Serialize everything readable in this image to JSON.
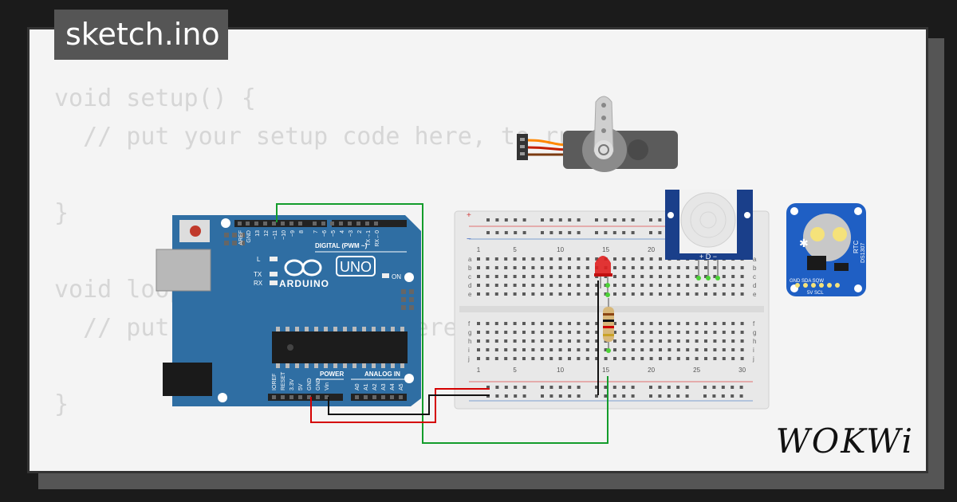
{
  "tab": {
    "filename": "sketch.ino"
  },
  "code": {
    "lines": [
      "void setup() {",
      "  // put your setup code here, to run once:",
      "",
      "}",
      "",
      "void loop() {",
      "  // put your main code here, to run repeatedly:",
      "",
      "}"
    ]
  },
  "arduino": {
    "digital_label": "DIGITAL (PWM ~)",
    "model": "UNO",
    "brand": "ARDUINO",
    "on_label": "ON",
    "power_label": "POWER",
    "analog_label": "ANALOG IN",
    "led_labels": [
      "L",
      "TX",
      "RX"
    ],
    "top_pins": [
      "AREF",
      "GND",
      "13",
      "12",
      "~11",
      "~10",
      "~9",
      "8",
      "7",
      "~6",
      "~5",
      "4",
      "~3",
      "2",
      "TX→1",
      "RX←0"
    ],
    "power_pins": [
      "IOREF",
      "RESET",
      "3.3V",
      "5V",
      "GND",
      "GND",
      "Vin"
    ],
    "analog_pins": [
      "A0",
      "A1",
      "A2",
      "A3",
      "A4",
      "A5"
    ]
  },
  "breadboard": {
    "column_numbers": [
      "1",
      "5",
      "10",
      "15",
      "20",
      "25",
      "30"
    ],
    "rows_top": [
      "a",
      "b",
      "c",
      "d",
      "e"
    ],
    "rows_bottom": [
      "f",
      "g",
      "h",
      "i",
      "j"
    ]
  },
  "pir": {
    "pins": "+ D −"
  },
  "rtc": {
    "title": "RTC",
    "chip": "DS1307",
    "pins_top": "GND  SDA  SQW",
    "pins_bottom": "5V   SCL"
  },
  "branding": {
    "logo": "WOKWi"
  },
  "colors": {
    "board_blue": "#2f6ea3",
    "wire_green": "#139c2b",
    "wire_red": "#d40000",
    "wire_black": "#111111",
    "led_red": "#e02020",
    "breadboard": "#e8e8e8",
    "rtc_blue": "#1f5fc4"
  }
}
